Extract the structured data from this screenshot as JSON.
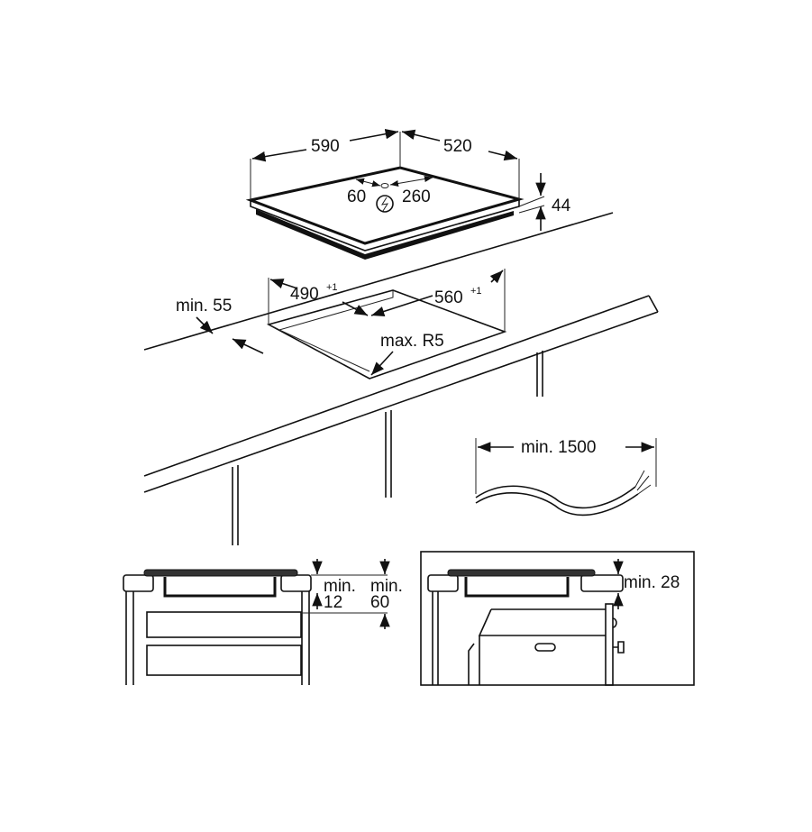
{
  "hob": {
    "width": "590",
    "depth": "520",
    "height": "44",
    "connection_left": "60",
    "connection_right": "260"
  },
  "cutout": {
    "width": "490",
    "width_tolerance": "+1",
    "depth": "560",
    "depth_tolerance": "+1",
    "corner_radius": "max. R5",
    "edge_distance": "min. 55"
  },
  "cable": {
    "length": "min. 1500"
  },
  "section_drawers": {
    "gap_label_a": "min.",
    "gap_value_a": "12",
    "gap_label_b": "min.",
    "gap_value_b": "60"
  },
  "section_oven": {
    "gap": "min. 28"
  },
  "colors": {
    "line": "#111111",
    "background": "#ffffff"
  }
}
